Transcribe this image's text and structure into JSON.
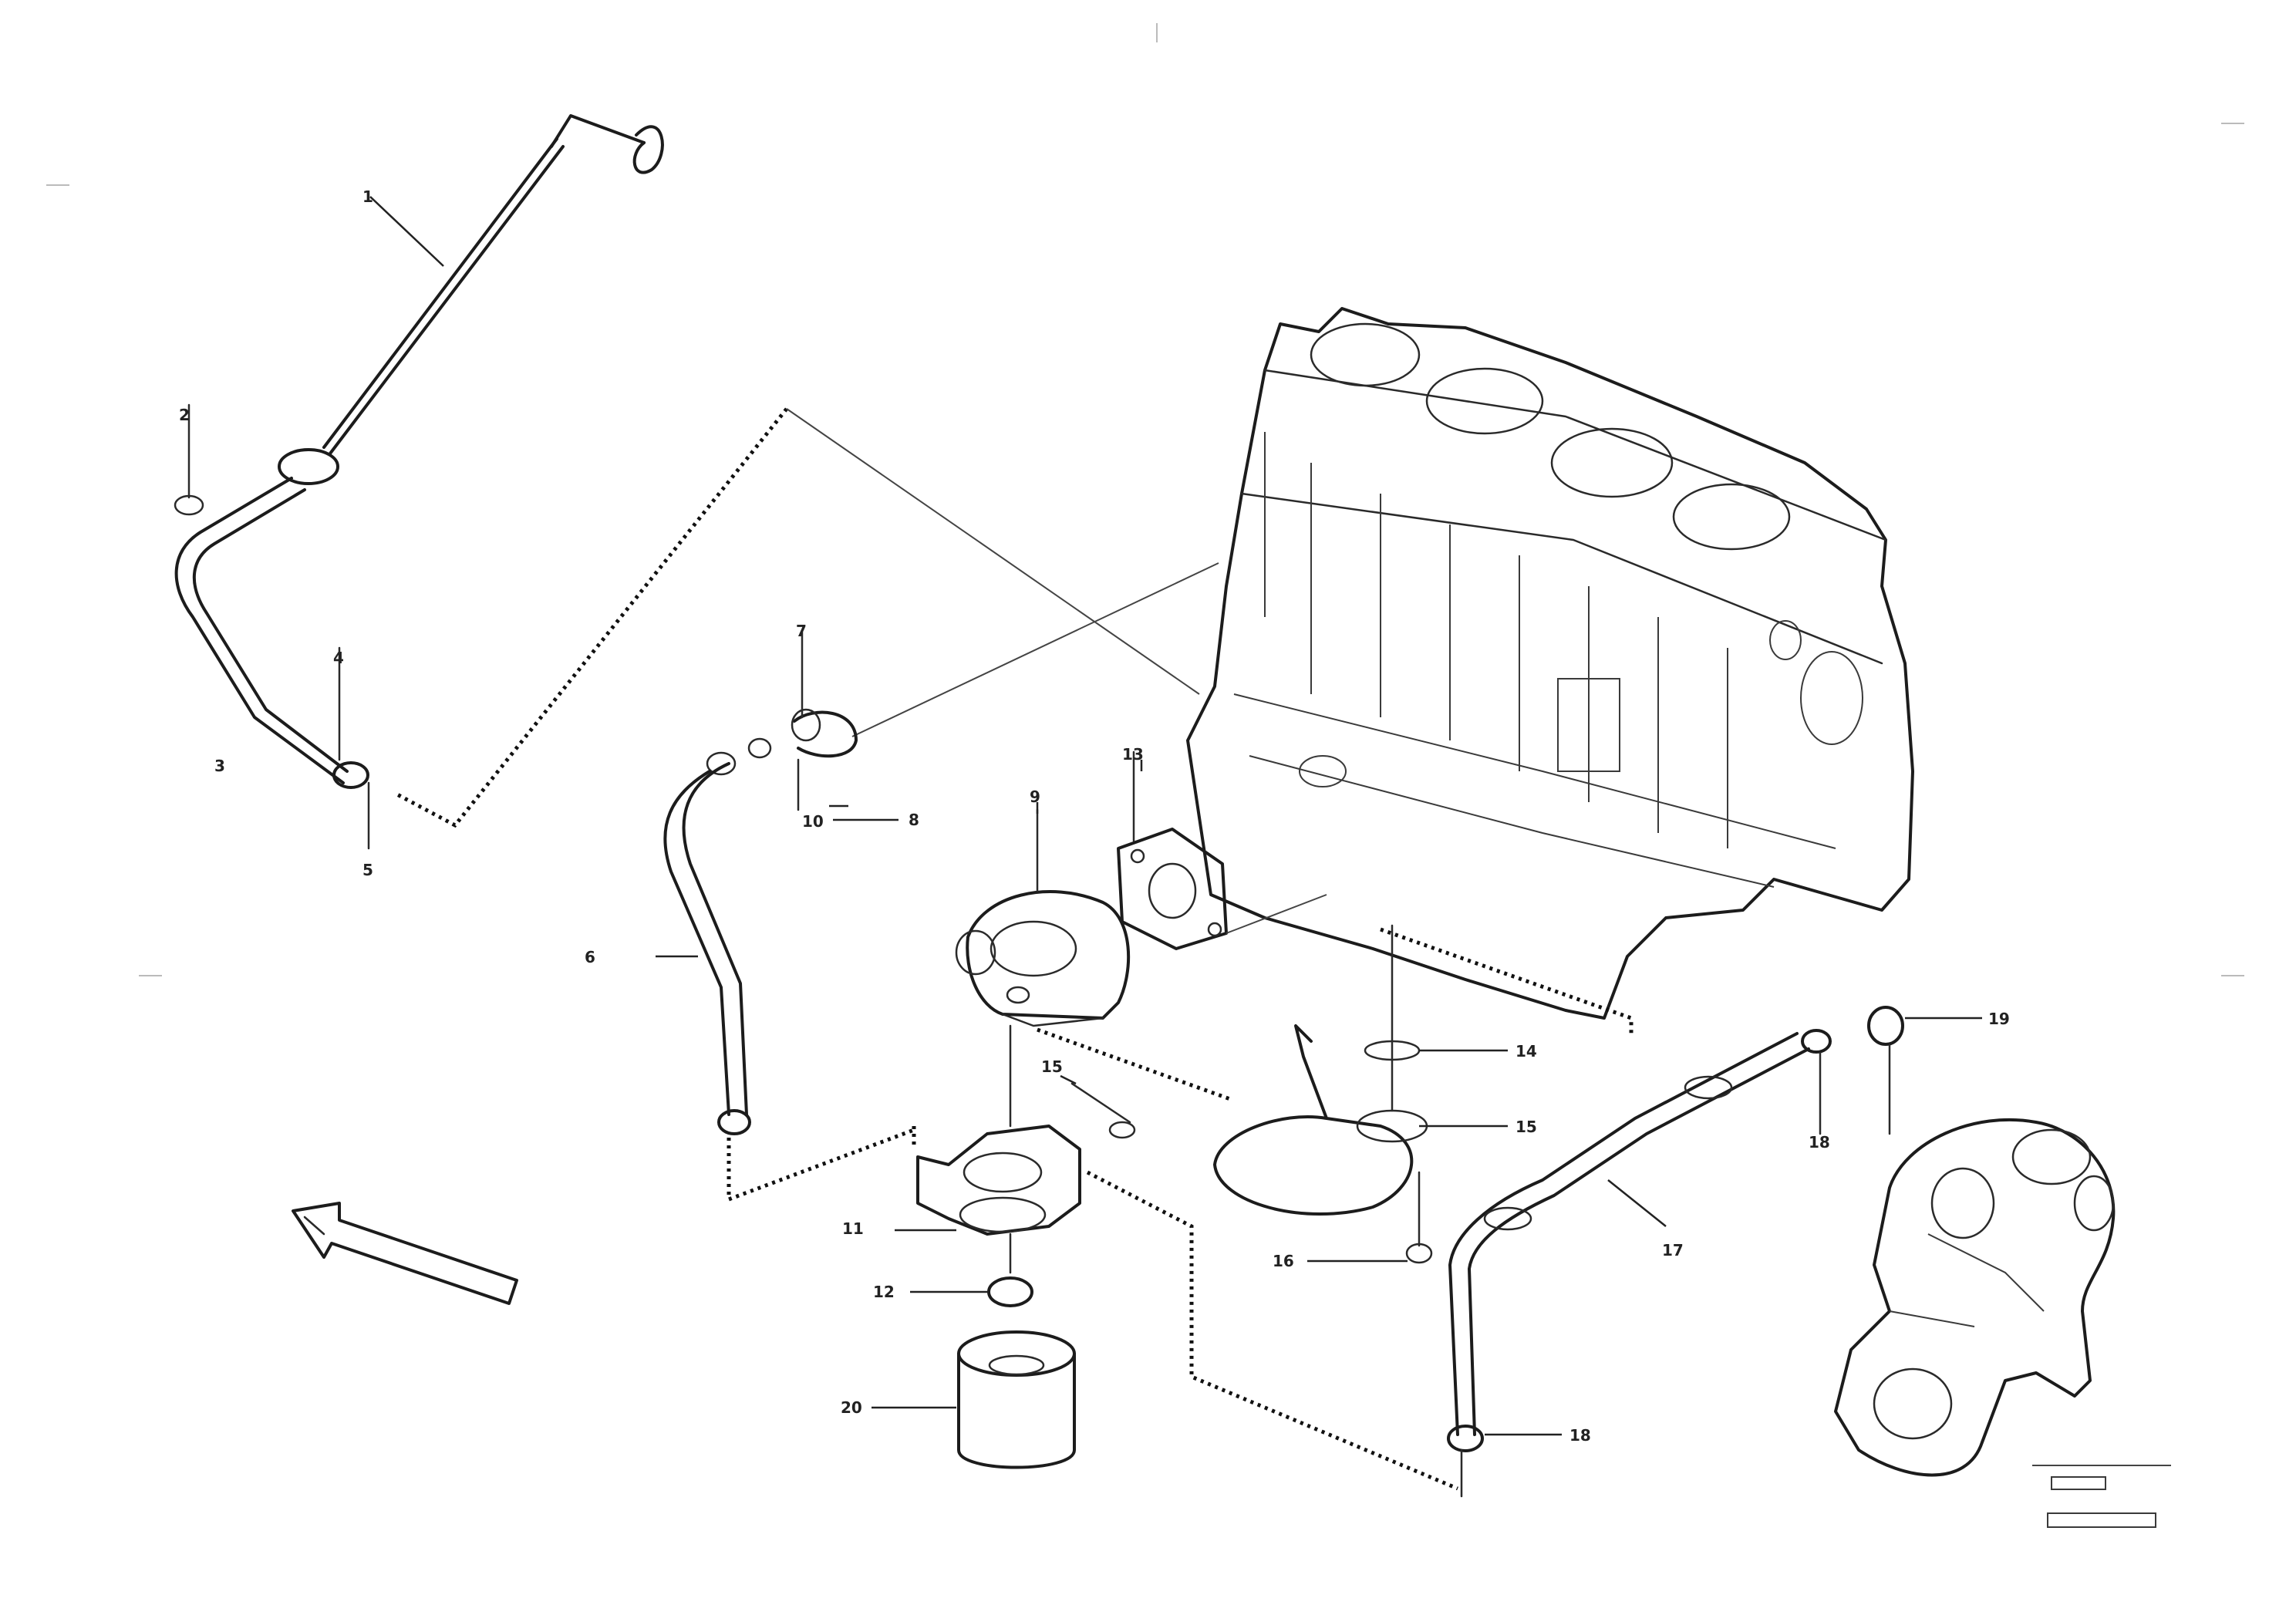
{
  "diagram": {
    "callouts": [
      "1",
      "2",
      "3",
      "4",
      "5",
      "6",
      "7",
      "8",
      "9",
      "10",
      "11",
      "12",
      "13",
      "14",
      "15",
      "16",
      "17",
      "18",
      "19",
      "20"
    ]
  },
  "stamp": {
    "line1": "",
    "line2": ""
  }
}
